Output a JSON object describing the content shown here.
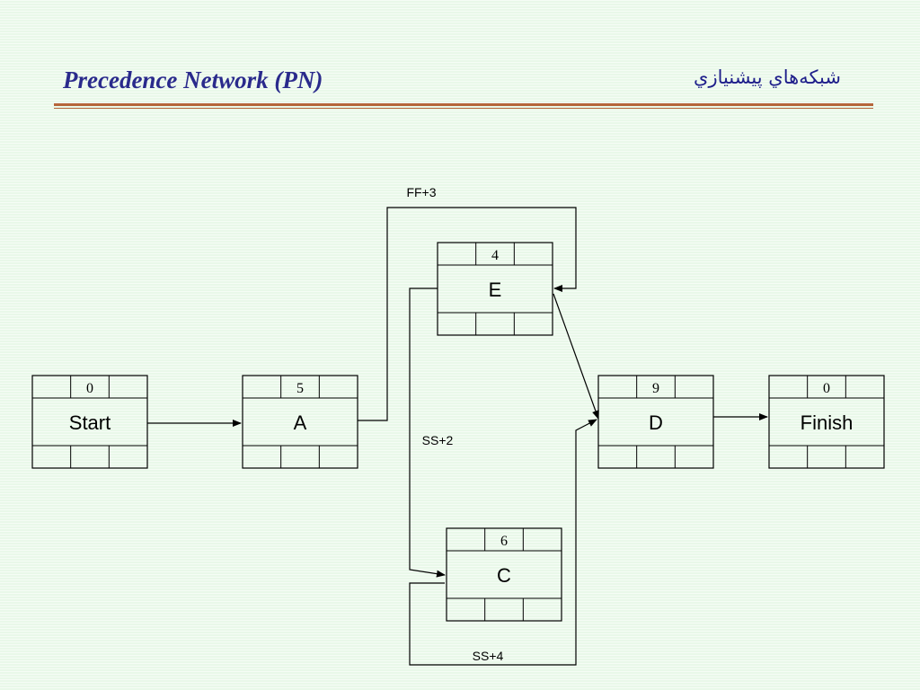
{
  "header": {
    "title": "Precedence Network (PN)",
    "title_fa": "شبکه‌هاي پيشنيازي"
  },
  "colors": {
    "background": "#e9f8e9",
    "title": "#2a2a8c",
    "rule": "#b5653a",
    "line": "#000000"
  },
  "nodes": [
    {
      "id": "start",
      "name": "Start",
      "duration": "0"
    },
    {
      "id": "a",
      "name": "A",
      "duration": "5"
    },
    {
      "id": "e",
      "name": "E",
      "duration": "4"
    },
    {
      "id": "d",
      "name": "D",
      "duration": "9"
    },
    {
      "id": "c",
      "name": "C",
      "duration": "6"
    },
    {
      "id": "finish",
      "name": "Finish",
      "duration": "0"
    }
  ],
  "links": [
    {
      "id": "start-a",
      "from": "Start",
      "to": "A",
      "type": "FS",
      "label": ""
    },
    {
      "id": "a-e",
      "from": "A",
      "to": "E",
      "type": "FF",
      "label": "FF+3"
    },
    {
      "id": "e-c",
      "from": "E",
      "to": "C",
      "type": "SS",
      "label": "SS+2"
    },
    {
      "id": "c-d",
      "from": "C",
      "to": "D",
      "type": "SS",
      "label": "SS+4"
    },
    {
      "id": "e-d",
      "from": "E",
      "to": "D",
      "type": "FS",
      "label": ""
    },
    {
      "id": "d-finish",
      "from": "D",
      "to": "Finish",
      "type": "FS",
      "label": ""
    }
  ]
}
